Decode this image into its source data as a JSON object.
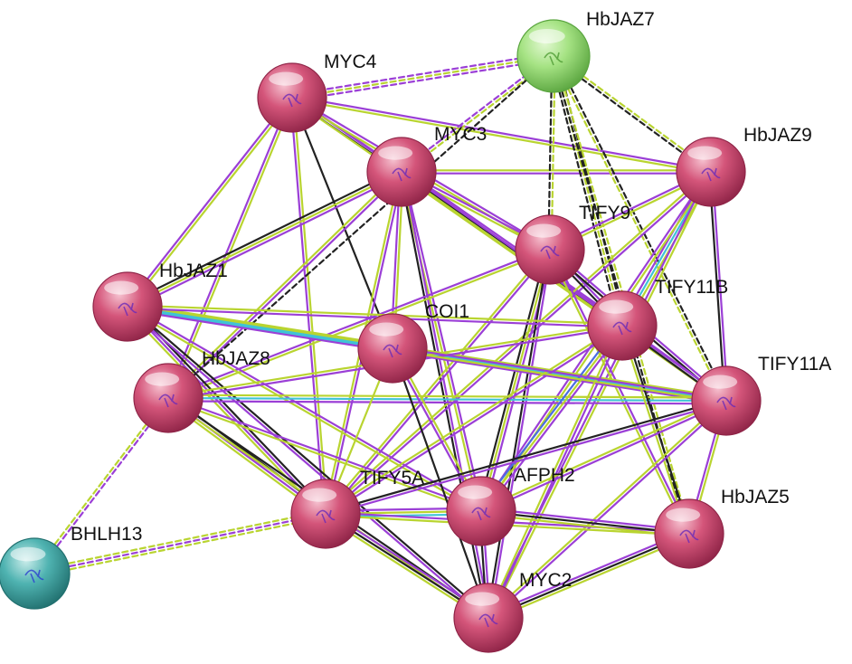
{
  "network": {
    "colors": {
      "node_default": "#d4557a",
      "node_highlight": "#f6c2d0",
      "node_dark": "#8f2447",
      "jaz7": "#a6e384",
      "jaz7_highlight": "#e2f8d2",
      "jaz7_dark": "#5aa53f",
      "bhlh13": "#4fb3b1",
      "bhlh13_highlight": "#c9ecea",
      "bhlh13_dark": "#21706f",
      "edge_purple": "#9b3fd6",
      "edge_yellowgreen": "#b9d430",
      "edge_black": "#222222",
      "edge_cyan": "#3fc3d6",
      "edge_blue": "#4a6de0"
    },
    "nodes": [
      {
        "id": "MYC4",
        "label": "MYC4"
      },
      {
        "id": "HbJAZ7",
        "label": "HbJAZ7"
      },
      {
        "id": "MYC3",
        "label": "MYC3"
      },
      {
        "id": "HbJAZ9",
        "label": "HbJAZ9"
      },
      {
        "id": "TIFY9",
        "label": "TIFY9"
      },
      {
        "id": "HbJAZ1",
        "label": "HbJAZ1"
      },
      {
        "id": "TIFY11B",
        "label": "TIFY11B"
      },
      {
        "id": "COI1",
        "label": "COI1"
      },
      {
        "id": "HbJAZ8",
        "label": "HbJAZ8"
      },
      {
        "id": "TIFY11A",
        "label": "TIFY11A"
      },
      {
        "id": "TIFY5A",
        "label": "TIFY5A"
      },
      {
        "id": "AFPH2",
        "label": "AFPH2"
      },
      {
        "id": "HbJAZ5",
        "label": "HbJAZ5"
      },
      {
        "id": "BHLH13",
        "label": "BHLH13"
      },
      {
        "id": "MYC2",
        "label": "MYC2"
      }
    ]
  }
}
